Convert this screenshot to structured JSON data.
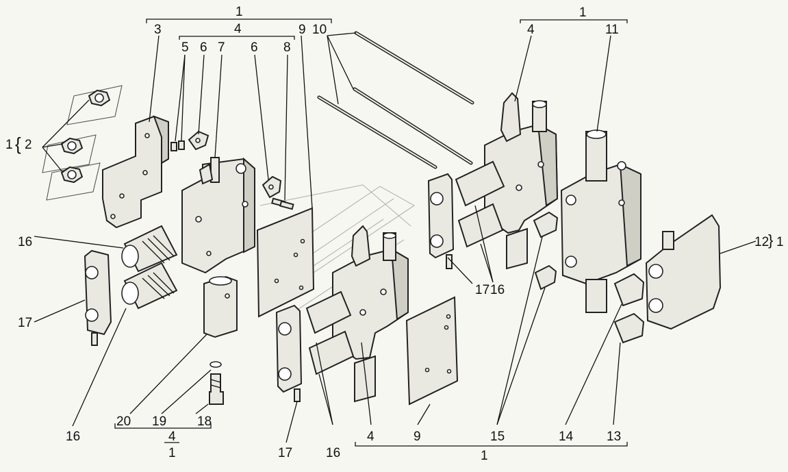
{
  "labels": {
    "l1_top_left": "1",
    "l4_top_left": "4",
    "l3": "3",
    "l5": "5",
    "l6a": "6",
    "l7": "7",
    "l6b": "6",
    "l8": "8",
    "l9_top": "9",
    "l10": "10",
    "l1_top_right": "1",
    "l4_top_right": "4",
    "l11": "11",
    "l1_bracket": "1",
    "l2": "2",
    "l16_left_top": "16",
    "l17_left": "17",
    "l16_left_bottom": "16",
    "l20": "20",
    "l19": "19",
    "l18": "18",
    "l4_frac_num": "4",
    "l1_frac_den": "1",
    "l17_center": "17",
    "l16_center": "16",
    "l4_center": "4",
    "l9_bottom": "9",
    "l15": "15",
    "l14": "14",
    "l13": "13",
    "l1_bottom": "1",
    "l17_right": "17",
    "l16_right": "16",
    "l12": "12",
    "l1_right": "1"
  }
}
